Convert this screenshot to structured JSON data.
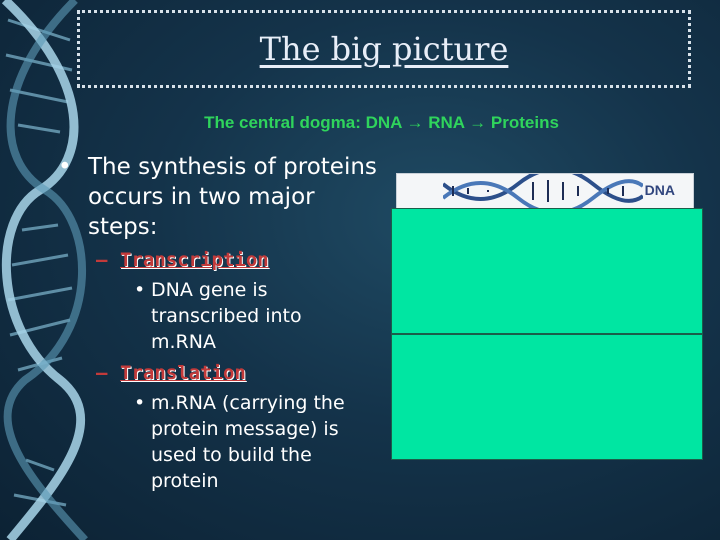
{
  "slide": {
    "title": "The big picture",
    "subtitle": "The central dogma: DNA → RNA → Proteins",
    "bullets": {
      "main": "The synthesis of proteins occurs in two major steps:",
      "step1": {
        "label": "Transcription",
        "detail": "DNA gene is transcribed into m.RNA"
      },
      "step2": {
        "label": "Translation",
        "detail": "m.RNA (carrying the protein message) is used to build the protein"
      }
    }
  },
  "figure": {
    "dna_label": "DNA",
    "panel_color": "#00e6a2"
  },
  "colors": {
    "title": "#e8eef8",
    "subtitle": "#2fd45c",
    "step_label": "#c23a3a",
    "background": "#14334a"
  }
}
